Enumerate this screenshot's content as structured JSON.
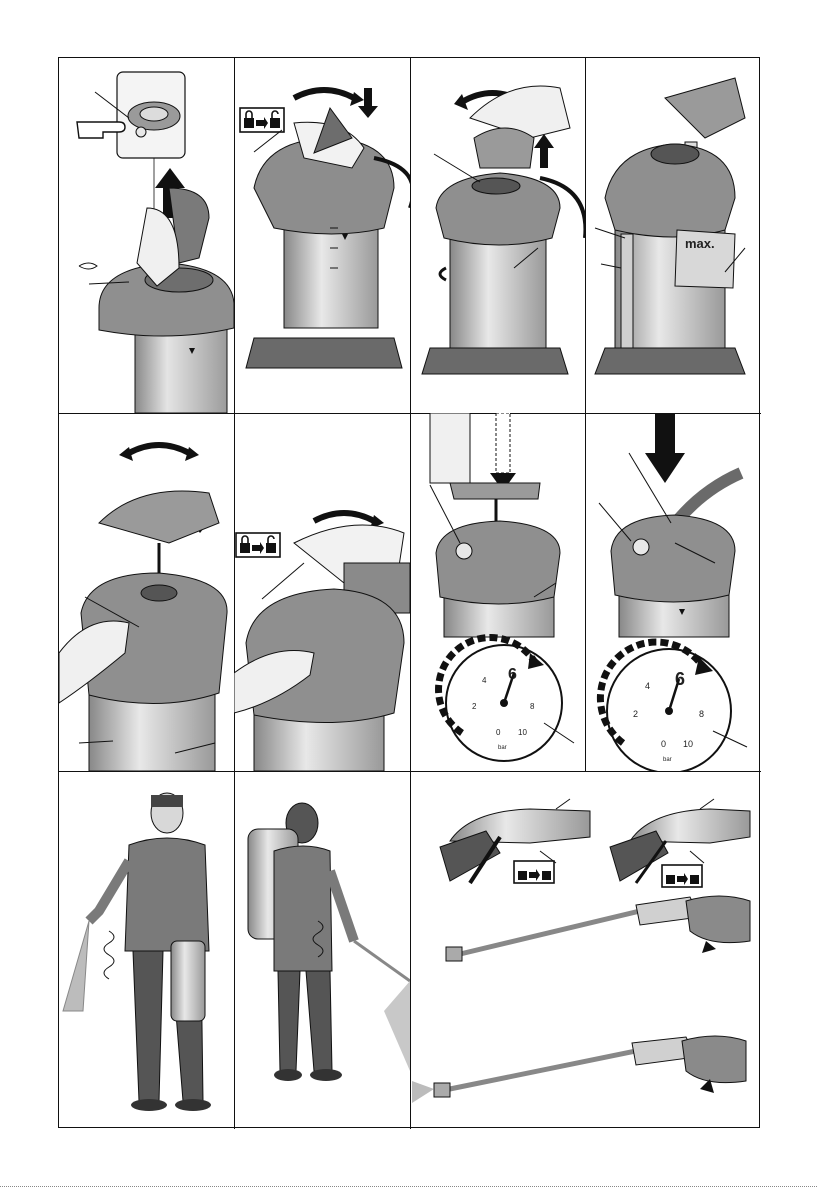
{
  "panels": [
    {
      "id": "p1",
      "desc": "pressure relief valve pull"
    },
    {
      "id": "p2",
      "desc": "lock handle"
    },
    {
      "id": "p3",
      "desc": "remove pump"
    },
    {
      "id": "p4",
      "desc": "fill to max"
    },
    {
      "id": "p5",
      "desc": "insert pump"
    },
    {
      "id": "p6",
      "desc": "unlock handle"
    },
    {
      "id": "p7",
      "desc": "pump up pressure"
    },
    {
      "id": "p8",
      "desc": "connect hose"
    },
    {
      "id": "p9",
      "desc": "carry front"
    },
    {
      "id": "p10",
      "desc": "carry back"
    },
    {
      "id": "p11",
      "desc": "spray gun lock"
    }
  ],
  "labels": {
    "max": "max.",
    "gauge_unit": "bar",
    "gauge_ticks": [
      "0",
      "2",
      "4",
      "6",
      "8",
      "10"
    ],
    "gauge_value": "6"
  },
  "gauges": [
    {
      "id": "gauge-1",
      "value": 6
    },
    {
      "id": "gauge-2",
      "value": 6
    }
  ],
  "colors": {
    "line": "#111111",
    "tank_light": "#d9d9d9",
    "tank_dark": "#8a8a8a",
    "body_dark": "#6b6b6b"
  },
  "icons": [
    "lock-to-unlock-icon",
    "rotate-arrow-icon",
    "down-arrow-icon",
    "up-arrow-icon",
    "pointing-hand-icon"
  ]
}
